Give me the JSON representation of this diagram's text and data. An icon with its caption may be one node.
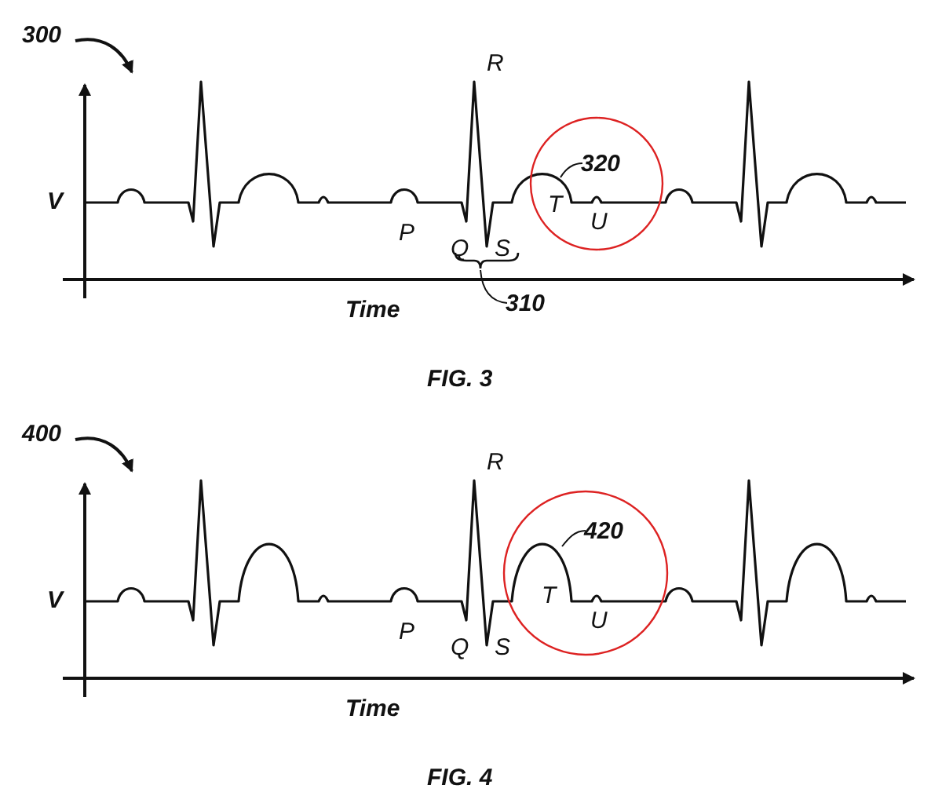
{
  "diagram": {
    "nodes": [
      {
        "text": [
          "300"
        ]
      },
      {
        "text": [],
        "shape": "waveform"
      },
      {
        "text": [],
        "shape": "circle",
        "in": 1
      },
      {
        "text": [
          "320"
        ],
        "in": 2
      },
      {
        "text": [
          "310"
        ]
      },
      {
        "text": [
          "400"
        ]
      },
      {
        "text": [],
        "shape": "waveform"
      },
      {
        "text": [],
        "shape": "circle",
        "in": 6
      },
      {
        "text": [
          "420"
        ],
        "in": 7
      }
    ],
    "edges": [
      {
        "from": 0,
        "to": 1,
        "arrow": "to"
      },
      {
        "from": 3,
        "to": 1,
        "arrow": "none"
      },
      {
        "from": 4,
        "to": 1,
        "arrow": "none"
      },
      {
        "from": 5,
        "to": 6,
        "arrow": "to"
      },
      {
        "from": 8,
        "to": 6,
        "arrow": "none"
      }
    ],
    "labels": [
      "R",
      "V",
      "P",
      "Q",
      "S",
      "T",
      "U",
      "Time",
      "FIG. 3",
      "R",
      "V",
      "P",
      "Q",
      "S",
      "T",
      "U",
      "Time",
      "FIG. 4"
    ]
  }
}
